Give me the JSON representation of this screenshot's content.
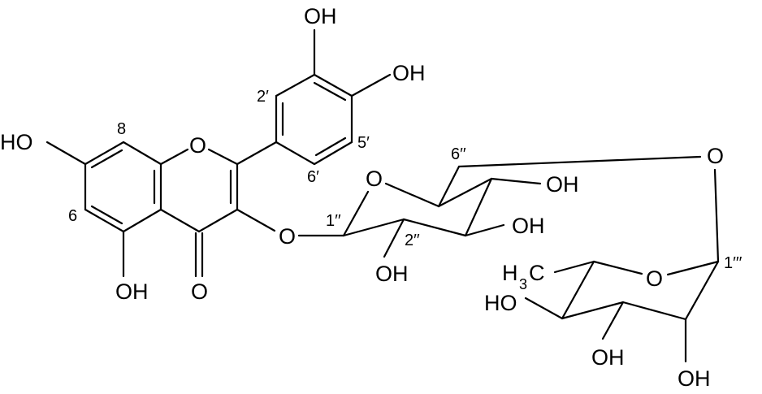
{
  "molecule": {
    "atoms": {
      "oh_c7": "HO",
      "oh_c5": "OH",
      "o_carbonyl": "O",
      "o_ring_c": "O",
      "o_glycosidic": "O",
      "oh_c3p": "OH",
      "oh_c4p": "OH",
      "o_glc_ring": "O",
      "oh_c4pp": "OH",
      "oh_c3pp": "OH",
      "oh_c2pp": "OH",
      "o_linker": "O",
      "o_rha_ring": "O",
      "h3c_h": "H",
      "h3c_3": "3",
      "h3c_c": "C",
      "oh_c4ppp": "HO",
      "oh_c3ppp": "OH",
      "oh_c2ppp": "OH"
    },
    "locants": {
      "c8": "8",
      "c6": "6",
      "c2p": "2′",
      "c5p": "5′",
      "c6p": "6′",
      "c1pp": "1′′",
      "c2pp": "2′′",
      "c6pp": "6′′",
      "c1ppp": "1′′′"
    },
    "bond_color": "#000000"
  }
}
